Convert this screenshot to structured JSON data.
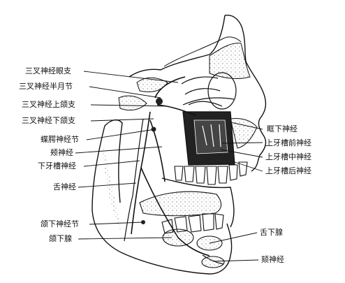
{
  "labels": {
    "ophthalmic_branch": "三叉神经眼支",
    "semilunar_ganglion": "三叉神经半月节",
    "maxillary_branch": "三叉神经上颌支",
    "mandibular_branch": "三叉神经下颌支",
    "pterygopalatine_ganglion": "蝶腭神经节",
    "buccal_nerve": "颊神经",
    "inferior_alveolar_nerve": "下牙槽神经",
    "lingual_nerve": "舌神经",
    "submandibular_ganglion": "颌下神经节",
    "submandibular_gland": "颌下腺",
    "infraorbital_nerve": "眶下神经",
    "anterior_superior_alveolar_nerve": "上牙槽前神经",
    "middle_superior_alveolar_nerve": "上牙槽中神经",
    "posterior_superior_alveolar_nerve": "上牙槽后神经",
    "sublingual_gland": "舌下腺",
    "mental_nerve": "颏神经"
  },
  "colors": {
    "ink": "#111111",
    "dark_fill": "#222222"
  }
}
